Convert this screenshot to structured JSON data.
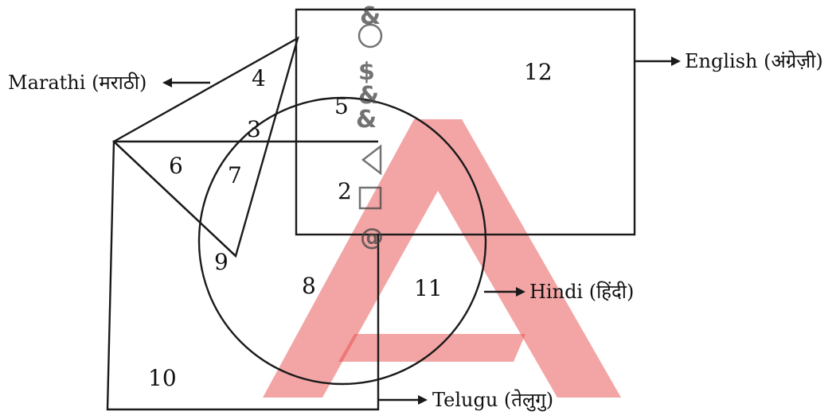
{
  "diagram": {
    "labels": {
      "english": "English (अंग्रेज़ी)",
      "marathi": "Marathi (मराठी)",
      "hindi": "Hindi (हिंदी)",
      "telugu": "Telugu (तेलुगु)"
    },
    "regions": [
      "2",
      "3",
      "4",
      "5",
      "6",
      "7",
      "8",
      "9",
      "10",
      "11",
      "12"
    ],
    "symbols": [
      "@",
      "□",
      "△",
      "&",
      "&",
      "$",
      "○",
      "&"
    ]
  },
  "colors": {
    "watermark": "#e84b4b",
    "line": "#1a1a1a"
  }
}
